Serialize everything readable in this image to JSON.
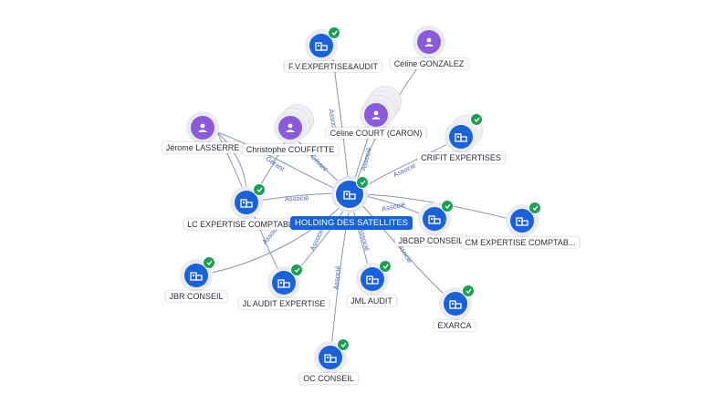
{
  "graph": {
    "center": {
      "name": "HOLDING DES SATELLITES",
      "type": "company",
      "verified": true
    },
    "nodes": [
      {
        "id": "fv",
        "name": "F.V.EXPERTISE&AUDIT",
        "type": "company",
        "verified": true
      },
      {
        "id": "celg",
        "name": "Céline GONZALEZ",
        "type": "person",
        "verified": false
      },
      {
        "id": "celc",
        "name": "Céline COURT (CARON)",
        "type": "person",
        "verified": false
      },
      {
        "id": "jer",
        "name": "Jérome LASSERRE",
        "type": "person",
        "verified": false
      },
      {
        "id": "chr",
        "name": "Christophe COUFFITTE",
        "type": "person",
        "verified": false
      },
      {
        "id": "crif",
        "name": "CRIFIT EXPERTISES",
        "type": "company",
        "verified": true
      },
      {
        "id": "lc",
        "name": "LC EXPERTISE COMPTABLE",
        "type": "company",
        "verified": true
      },
      {
        "id": "jbcbp",
        "name": "JBCBP CONSEIL",
        "type": "company",
        "verified": true
      },
      {
        "id": "cm",
        "name": "CM EXPERTISE COMPTAB...",
        "type": "company",
        "verified": true
      },
      {
        "id": "jbr",
        "name": "JBR CONSEIL",
        "type": "company",
        "verified": true
      },
      {
        "id": "jla",
        "name": "JL AUDIT EXPERTISE",
        "type": "company",
        "verified": true
      },
      {
        "id": "jml",
        "name": "JML AUDIT",
        "type": "company",
        "verified": true
      },
      {
        "id": "exa",
        "name": "EXARCA",
        "type": "company",
        "verified": true
      },
      {
        "id": "oc",
        "name": "OC CONSEIL",
        "type": "company",
        "verified": true
      }
    ],
    "edge_labels": {
      "associe": "Associé",
      "gerant": "Gérant"
    }
  },
  "colors": {
    "company": "#1a62d6",
    "person": "#8b5ad8",
    "verified": "#1f9d55",
    "edge": "#8a96aa",
    "edge_label": "#4a68b8"
  }
}
